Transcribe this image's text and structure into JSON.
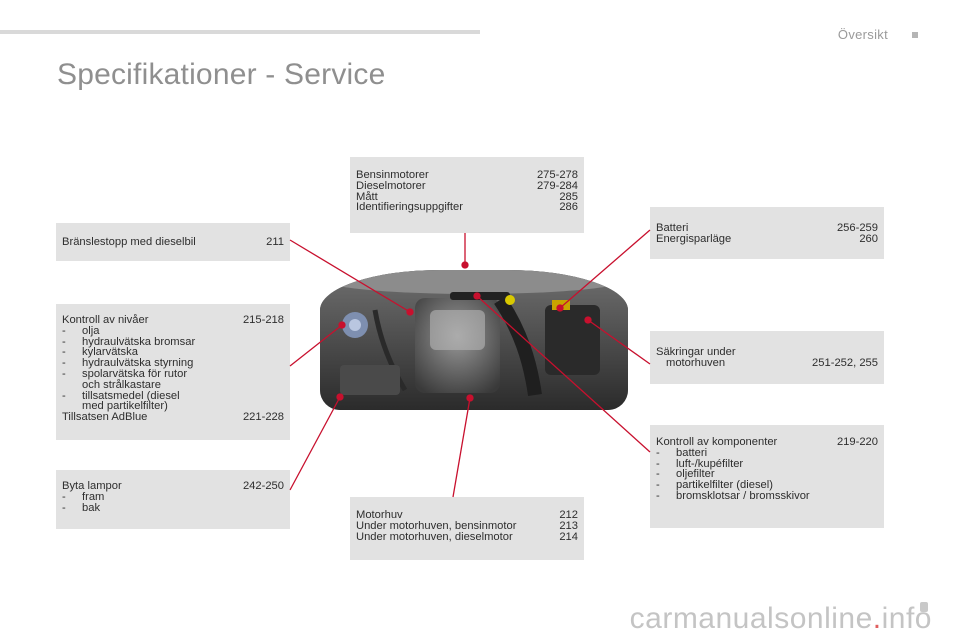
{
  "header": {
    "section": "Översikt",
    "title": "Specifikationer - Service"
  },
  "boxes": {
    "top_center": {
      "rows": [
        {
          "label": "Bensinmotorer",
          "page": "275-278"
        },
        {
          "label": "Dieselmotorer",
          "page": "279-284"
        },
        {
          "label": "Mått",
          "page": "285"
        },
        {
          "label": "Identifieringsuppgifter",
          "page": "286"
        }
      ]
    },
    "fuel": {
      "label": "Bränslestopp med dieselbil",
      "page": "211"
    },
    "levels": {
      "heading": "Kontroll av nivåer",
      "heading_page": "215-218",
      "items": [
        "olja",
        "hydraulvätska bromsar",
        "kylarvätska",
        "hydraulvätska styrning",
        "spolarvätska för rutor"
      ],
      "item5_cont": "och strålkastare",
      "item6": "tillsatsmedel (diesel",
      "item6_cont": "med partikelfilter)",
      "adblue_label": "Tillsatsen AdBlue",
      "adblue_page": "221-228"
    },
    "lamps": {
      "heading": "Byta lampor",
      "heading_page": "242-250",
      "items": [
        "fram",
        "bak"
      ]
    },
    "hood": {
      "rows": [
        {
          "label": "Motorhuv",
          "page": "212"
        },
        {
          "label": "Under motorhuven, bensinmotor",
          "page": "213"
        },
        {
          "label": "Under motorhuven, dieselmotor",
          "page": "214"
        }
      ]
    },
    "battery": {
      "rows": [
        {
          "label": "Batteri",
          "page": "256-259"
        },
        {
          "label": "Energisparläge",
          "page": "260"
        }
      ]
    },
    "fuses": {
      "line1": "Säkringar under",
      "line2": "motorhuven",
      "page": "251-252, 255"
    },
    "components": {
      "heading": "Kontroll av komponenter",
      "heading_page": "219-220",
      "items": [
        "batteri",
        "luft-/kupéfilter",
        "oljefilter",
        "partikelfilter (diesel)",
        "bromsklotsar / bromsskivor"
      ]
    }
  },
  "dash_char": "-",
  "watermark": {
    "a": "carmanualsonline",
    "b": ".",
    "c": "info"
  },
  "colors": {
    "leader": "#c8102e",
    "box": "#e2e2e2",
    "title": "#8f8f8f"
  }
}
